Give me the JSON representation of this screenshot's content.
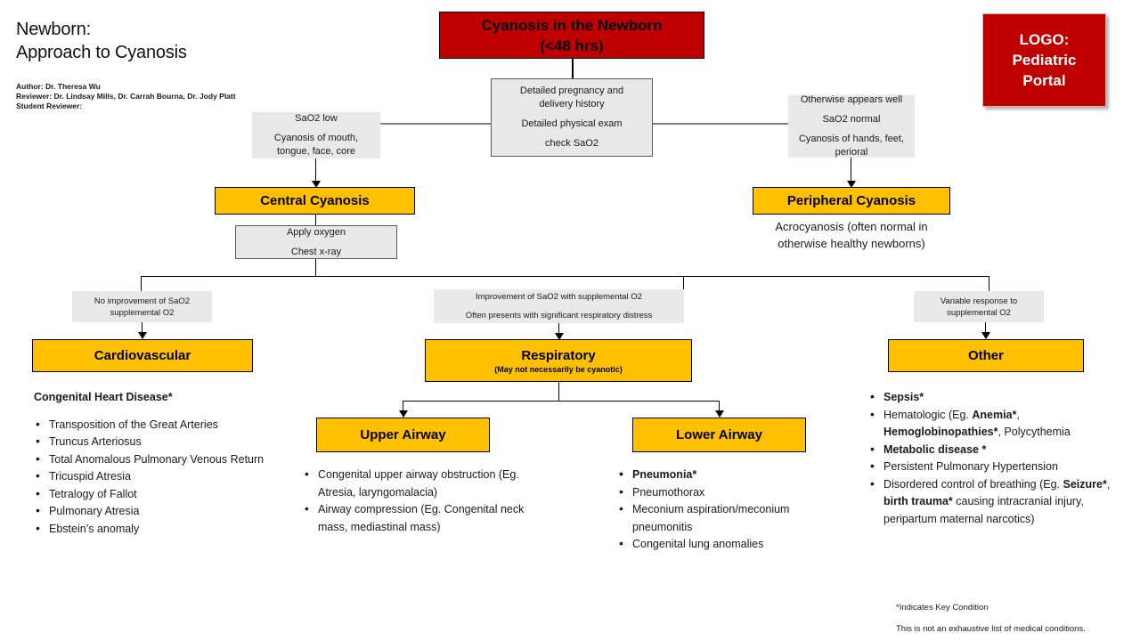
{
  "title": {
    "line1": "Newborn:",
    "line2": "Approach to Cyanosis",
    "author": "Author: Dr. Theresa Wu",
    "reviewer": "Reviewer: Dr. Lindsay Mills, Dr. Carrah Bourna, Dr. Jody Platt",
    "student_reviewer": "Student Reviewer:"
  },
  "logo": {
    "line1": "LOGO:",
    "line2": "Pediatric",
    "line3": "Portal"
  },
  "root": {
    "line1": "Cyanosis in the Newborn",
    "line2": "(<48 hrs)"
  },
  "workup": {
    "line1": "Detailed pregnancy and",
    "line2": "delivery history",
    "line3": "Detailed physical exam",
    "line4": "check SaO2"
  },
  "left_criteria": {
    "line1": "SaO2 low",
    "line2": "Cyanosis of mouth,",
    "line3": "tongue, face, core"
  },
  "right_criteria": {
    "line1": "Otherwise appears well",
    "line2": "SaO2 normal",
    "line3": "Cyanosis of hands, feet,",
    "line4": "perioral"
  },
  "central_cyanosis": {
    "label": "Central Cyanosis"
  },
  "peripheral_cyanosis": {
    "label": "Peripheral Cyanosis",
    "note_line1": "Acrocyanosis (often normal  in",
    "note_line2": "otherwise healthy newborns)"
  },
  "oxygen_step": {
    "line1": "Apply oxygen",
    "line2": "Chest x-ray"
  },
  "branch_criteria": {
    "cardio": {
      "line1": "No  improvement of SaO2",
      "line2": "supplemental O2"
    },
    "resp": {
      "line1": "Improvement  of SaO2  with supplemental O2",
      "line2": "Often presents with significant respiratory distress"
    },
    "other": {
      "line1": "Variable response to",
      "line2": "supplemental O2"
    }
  },
  "cardiovascular": {
    "label": "Cardiovascular",
    "heading": "Congenital Heart Disease*",
    "items": [
      "Transposition of the Great Arteries",
      "Truncus Arteriosus",
      "Total Anomalous  Pulmonary  Venous Return",
      "Tricuspid Atresia",
      "Tetralogy of Fallot",
      "Pulmonary  Atresia",
      "Ebstein’s anomaly"
    ]
  },
  "respiratory": {
    "label": "Respiratory",
    "sublabel": "(May not necessarily be cyanotic)"
  },
  "upper_airway": {
    "label": "Upper Airway",
    "items": [
      "Congenital upper  airway obstruction (Eg. Atresia, laryngomalacia)",
      "Airway compression  (Eg. Congenital neck mass, mediastinal mass)"
    ]
  },
  "lower_airway": {
    "label": "Lower Airway",
    "items": [
      "Pneumonia*",
      "Pneumothorax",
      "Meconium  aspiration/meconium pneumonitis",
      "Congenital lung anomalies"
    ],
    "bold_flags": [
      true,
      false,
      false,
      false
    ]
  },
  "other": {
    "label": "Other",
    "items_html": [
      "<b>Sepsis*</b>",
      "Hematologic (Eg. <b>Anemia*</b>, <b>Hemoglobinopathies*</b>, Polycythemia",
      "<b>Metabolic disease *</b>",
      "Persistent Pulmonary  Hypertension",
      "Disordered control of breathing (Eg. <b>Seizure*</b>, <b>birth trauma*</b> causing intracranial injury, peripartum maternal narcotics)"
    ]
  },
  "footnotes": {
    "key": "*Indicates Key Condition",
    "disclaimer": "This is not an exhaustive list of medical conditions."
  },
  "colors": {
    "red": "#C00000",
    "gold": "#FFC000",
    "gray_box": "#E8E8E8",
    "gray_line": "#7F7F7F",
    "black": "#000000"
  }
}
